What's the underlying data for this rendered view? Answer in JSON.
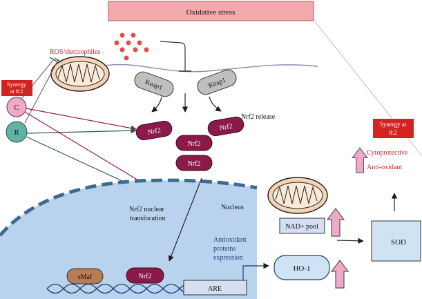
{
  "title": "Oxidative stress",
  "ros_label": "ROS/electrophiles",
  "synergy_left": [
    "Synergy",
    "at 8:2"
  ],
  "synergy_right": [
    "Synergy at",
    "8:2"
  ],
  "compound_c": "C",
  "compound_r": "R",
  "keap1_left": "Keap1",
  "keap1_right": "Keap1",
  "nrf2": "Nrf2",
  "nrf2_release": "Nrf2 release",
  "translocation": [
    "Nrf2 nuclear",
    "translocation"
  ],
  "nucleus": "Nucleus",
  "antioxidant_expression": [
    "Antioxidant",
    "proteins",
    "expression"
  ],
  "smaf": "sMaf",
  "are": "ARE",
  "ho1": "HO-1",
  "nad_pool": "NAD+ pool",
  "sod": "SOD",
  "cytoprotective": "Cytoprotective",
  "anti_oxidant": "Anti-oxidant",
  "colors": {
    "nrf2": "#8b1a4a",
    "synergy_box": "#d42121",
    "title_box": "#f4a9ad",
    "nucleus": "#b9d3ef",
    "compound_c": "#f4a8c8",
    "compound_r": "#5fb3a6",
    "keap1": "#bfbfbf",
    "sod_box": "#cfe4f2",
    "ho1": "#cfe2f6",
    "arrow_up": "#f0a9c8"
  }
}
